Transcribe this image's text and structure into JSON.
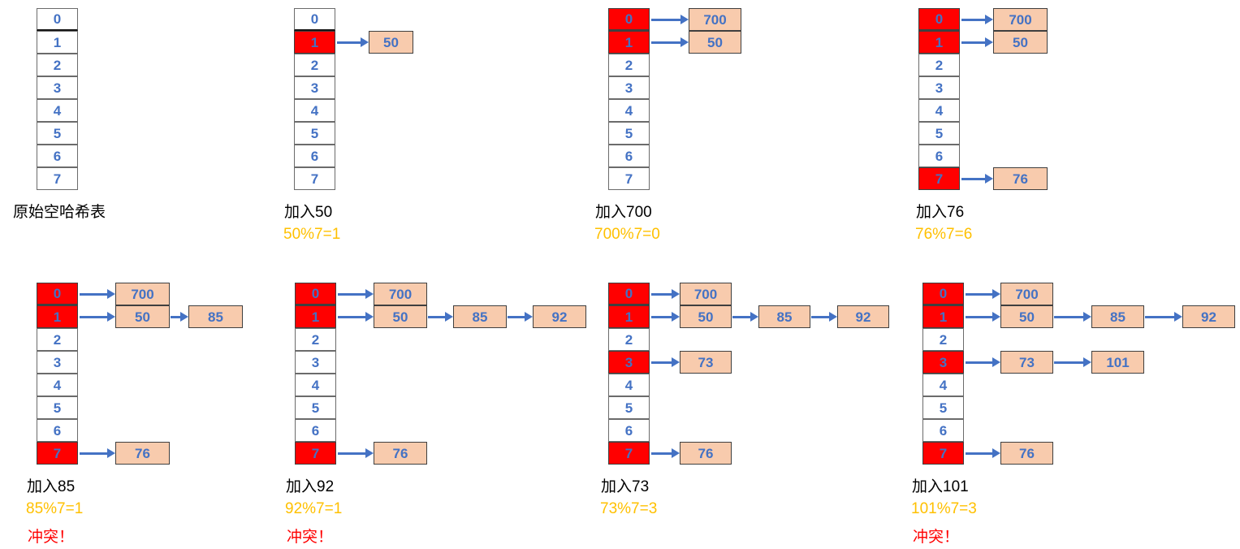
{
  "colors": {
    "slot_text": "#4472C4",
    "red_fill": "#FF0000",
    "node_fill": "#F8CBAD",
    "arrow": "#4472C4",
    "caption_text": "#000000",
    "formula_text": "#FFC000",
    "conflict_text": "#FF0000"
  },
  "slot_labels": [
    "0",
    "1",
    "2",
    "3",
    "4",
    "5",
    "6",
    "7"
  ],
  "panels": [
    {
      "caption": "原始空哈希表",
      "formula": "",
      "conflict": "",
      "red_slots": [],
      "chains": {}
    },
    {
      "caption": "加入50",
      "formula": "50%7=1",
      "conflict": "",
      "red_slots": [
        1
      ],
      "chains": {
        "1": [
          "50"
        ]
      }
    },
    {
      "caption": "加入700",
      "formula": "700%7=0",
      "conflict": "",
      "red_slots": [
        0,
        1
      ],
      "chains": {
        "0": [
          "700"
        ],
        "1": [
          "50"
        ]
      }
    },
    {
      "caption": "加入76",
      "formula": "76%7=6",
      "conflict": "",
      "red_slots": [
        0,
        1,
        7
      ],
      "chains": {
        "0": [
          "700"
        ],
        "1": [
          "50"
        ],
        "7": [
          "76"
        ]
      }
    },
    {
      "caption": "加入85",
      "formula": "85%7=1",
      "conflict": "冲突！",
      "red_slots": [
        0,
        1,
        7
      ],
      "chains": {
        "0": [
          "700"
        ],
        "1": [
          "50",
          "85"
        ],
        "7": [
          "76"
        ]
      }
    },
    {
      "caption": "加入92",
      "formula": "92%7=1",
      "conflict": "冲突！",
      "red_slots": [
        0,
        1,
        7
      ],
      "chains": {
        "0": [
          "700"
        ],
        "1": [
          "50",
          "85",
          "92"
        ],
        "7": [
          "76"
        ]
      }
    },
    {
      "caption": "加入73",
      "formula": "73%7=3",
      "conflict": "",
      "red_slots": [
        0,
        1,
        3,
        7
      ],
      "chains": {
        "0": [
          "700"
        ],
        "1": [
          "50",
          "85",
          "92"
        ],
        "3": [
          "73"
        ],
        "7": [
          "76"
        ]
      }
    },
    {
      "caption": "加入101",
      "formula": "101%7=3",
      "conflict": "冲突！",
      "red_slots": [
        0,
        1,
        3,
        7
      ],
      "chains": {
        "0": [
          "700"
        ],
        "1": [
          "50",
          "85",
          "92"
        ],
        "3": [
          "73",
          "101"
        ],
        "7": [
          "76"
        ]
      }
    }
  ]
}
